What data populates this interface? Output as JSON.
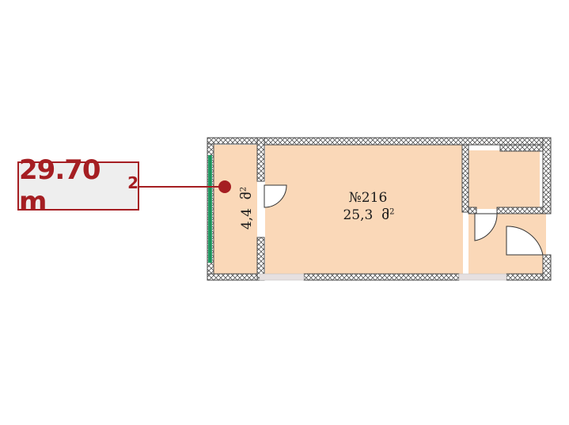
{
  "area_badge": {
    "value": "29.70 m",
    "exponent": "2"
  },
  "room": {
    "number": "№216",
    "area_value": "25,3",
    "area_unit": "მ",
    "unit_exponent": "2"
  },
  "balcony": {
    "area_value": "4,4",
    "area_unit": "მ",
    "unit_exponent": "2"
  },
  "colors": {
    "accent": "#a51e22",
    "room_fill": "#fad8b8",
    "wall_outline": "#4a4a4a",
    "window_green": "#2aa36c",
    "badge_background": "#eeeeee"
  }
}
